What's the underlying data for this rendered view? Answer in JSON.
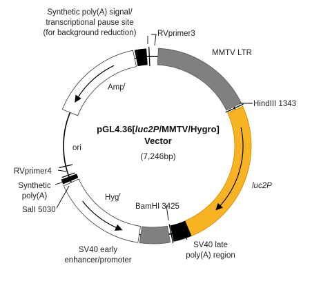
{
  "vector": {
    "title_prefix": "pGL4.36[",
    "title_gene": "luc2P",
    "title_suffix": "/MMTV/Hygro]",
    "title_line2": "Vector",
    "size_label": "(7,246bp)"
  },
  "features": {
    "mmtv": {
      "label": "MMTV LTR",
      "color": "#808080"
    },
    "luc2p": {
      "label": "luc2P",
      "color": "#F7B321"
    },
    "sv40_late": {
      "label_line1": "SV40 late",
      "label_line2": "poly(A) region",
      "color": "#000000"
    },
    "sv40_early": {
      "label_line1": "SV40 early",
      "label_line2": "enhancer/promoter",
      "color": "#808080"
    },
    "hyg": {
      "label": "Hyg",
      "superscript": "r",
      "color": "#ffffff"
    },
    "synthetic_polya": {
      "label_line1": "Synthetic",
      "label_line2": "poly(A)",
      "color": "#000000"
    },
    "ori": {
      "label": "ori"
    },
    "amp": {
      "label": "Amp",
      "superscript": "r",
      "color": "#ffffff"
    },
    "synthetic_pause": {
      "label_line1": "Synthetic poly(A) signal/",
      "label_line2": "transcriptional pause site",
      "label_line3": "(for background reduction)",
      "color": "#000000"
    }
  },
  "sites": {
    "rvprimer3": "RVprimer3",
    "hindiii": "HindIII 1343",
    "bamhi": "BamHI 3425",
    "rvprimer4": "RVprimer4",
    "sali": "SalI 5030"
  }
}
